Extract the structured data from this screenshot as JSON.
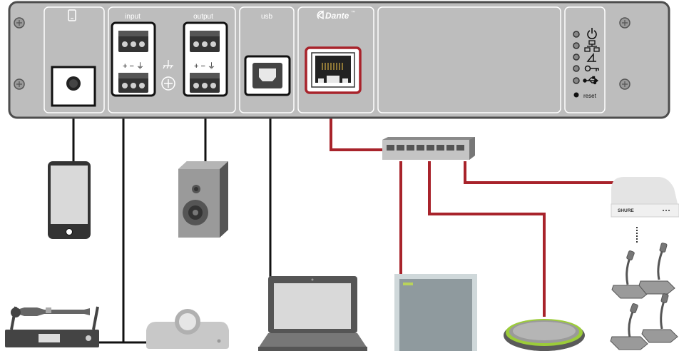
{
  "panel": {
    "labels": {
      "input": "input",
      "output": "output",
      "usb": "usb",
      "dante": "Dante",
      "dante_tm": "™",
      "reset": "reset",
      "terminal_polarity": "+ − ⏚"
    },
    "icons": [
      "phone-icon",
      "ground-icon",
      "power-icon",
      "network-icon",
      "dante-icon",
      "key-icon",
      "usb-icon"
    ]
  },
  "devices": {
    "wall_ceiling_speaker_brand": "",
    "wireless_hub_brand": "SHURE"
  },
  "colors": {
    "panel": "#bdbdbd",
    "panel_border": "#4d4d4d",
    "dante_highlight": "#a8232b",
    "network_cable": "#a8232b",
    "analog_cable": "#111111",
    "mic_ring": "#9ccc3a"
  }
}
